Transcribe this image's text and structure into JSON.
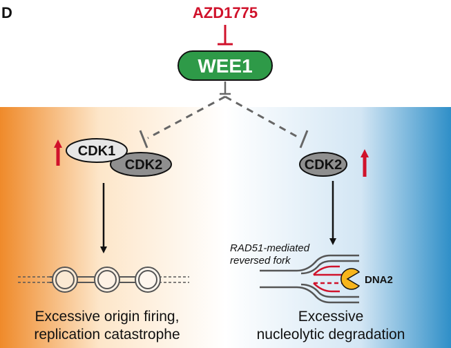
{
  "panel": {
    "label": "D"
  },
  "drug": {
    "label": "AZD1775",
    "color": "#d0122b"
  },
  "wee1": {
    "label": "WEE1",
    "fill": "#2e9a48",
    "text_color": "#ffffff"
  },
  "background": {
    "left_color": "#ef8a2a",
    "mid_color": "#ffffff",
    "right_color": "#2f8fc8"
  },
  "left_branch": {
    "kinases": [
      "CDK1",
      "CDK2"
    ],
    "outcome_lines": [
      "Excessive origin firing,",
      "replication catastrophe"
    ]
  },
  "right_branch": {
    "kinase": "CDK2",
    "fork_label_lines": [
      "RAD51-mediated",
      "reversed fork"
    ],
    "nuclease": "DNA2",
    "nuclease_color": "#f7b51c",
    "outcome_lines": [
      "Excessive",
      "nucleolytic degradation"
    ]
  },
  "icons": {
    "increase": "up-arrow-icon",
    "inhibition": "inhibition-bar-icon"
  }
}
